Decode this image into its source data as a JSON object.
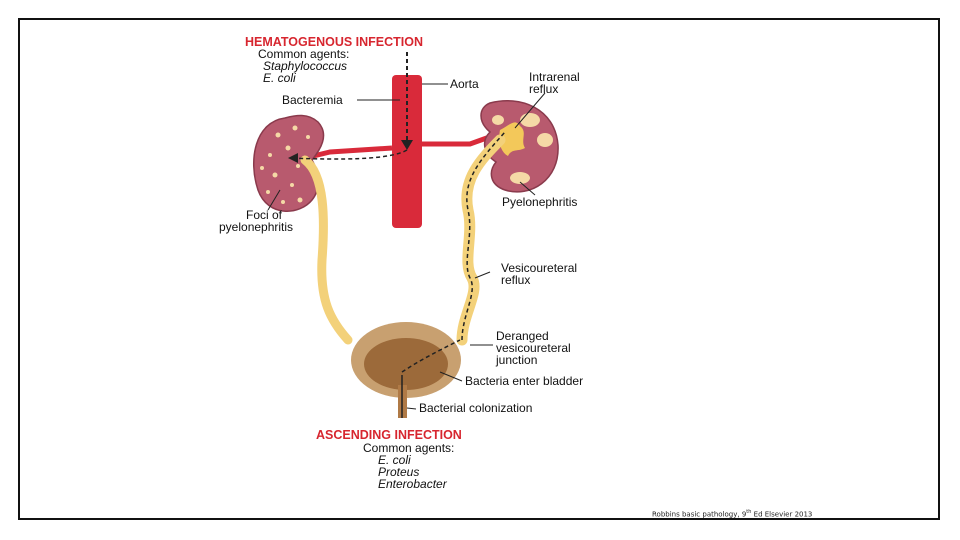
{
  "labels": {
    "hematogenous_title": "HEMATOGENOUS INFECTION",
    "hematogenous_common": "Common agents:",
    "hematogenous_agent_1": "Staphylococcus",
    "hematogenous_agent_2": "E. coli",
    "bacteremia": "Bacteremia",
    "aorta": "Aorta",
    "intrarenal_1": "Intrarenal",
    "intrarenal_2": "reflux",
    "pyelonephritis": "Pyelonephritis",
    "foci_1": "Foci of",
    "foci_2": "pyelonephritis",
    "vesicoureteral_1": "Vesicoureteral",
    "vesicoureteral_2": "reflux",
    "deranged_1": "Deranged",
    "deranged_2": "vesicoureteral",
    "deranged_3": "junction",
    "bacteria_enter": "Bacteria enter bladder",
    "colonization": "Bacterial colonization",
    "ascending_title": "ASCENDING INFECTION",
    "ascending_common": "Common agents:",
    "ascending_agent_1": "E. coli",
    "ascending_agent_2": "Proteus",
    "ascending_agent_3": "Enterobacter"
  },
  "credit": {
    "before": "Robbins basic pathology, 9",
    "sup": "th",
    "after": " Ed Elsevier 2013"
  },
  "colors": {
    "title_red": "#d7262f",
    "vessel_red": "#d92a3a",
    "kidney_pink": "#b85a6e",
    "ureter_yellow": "#f3d17a",
    "bladder_brown": "#9c6a3a"
  }
}
